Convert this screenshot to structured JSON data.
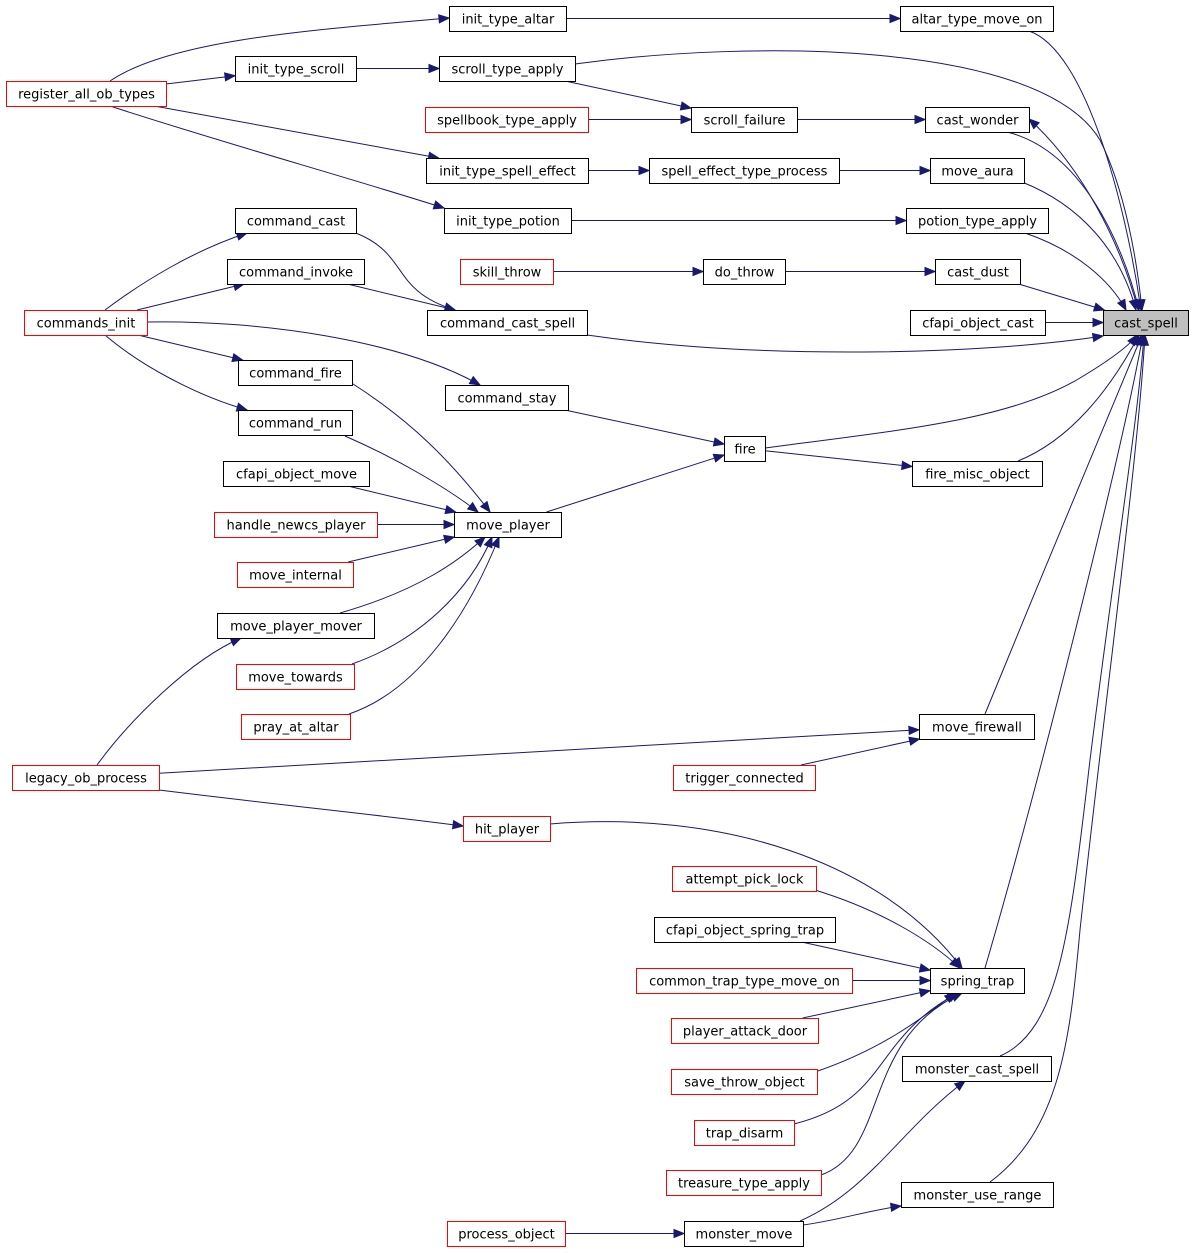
{
  "diagram": {
    "focus_node": "cast_spell",
    "colors": {
      "edge": "#191970",
      "border_normal": "#000000",
      "border_truncated": "#ff0000",
      "focus_fill": "#bfbfbf",
      "node_fill": "#ffffff"
    },
    "legend_note": "",
    "nodes": [
      {
        "id": "cast_spell",
        "label": "cast_spell",
        "style": "focus"
      },
      {
        "id": "altar_type_move_on",
        "label": "altar_type_move_on",
        "style": "normal"
      },
      {
        "id": "init_type_altar",
        "label": "init_type_altar",
        "style": "normal"
      },
      {
        "id": "register_all_ob_types",
        "label": "register_all_ob_types",
        "style": "truncated"
      },
      {
        "id": "scroll_type_apply",
        "label": "scroll_type_apply",
        "style": "normal"
      },
      {
        "id": "init_type_scroll",
        "label": "init_type_scroll",
        "style": "normal"
      },
      {
        "id": "cast_wonder",
        "label": "cast_wonder",
        "style": "normal"
      },
      {
        "id": "scroll_failure",
        "label": "scroll_failure",
        "style": "normal"
      },
      {
        "id": "spellbook_type_apply",
        "label": "spellbook_type_apply",
        "style": "truncated"
      },
      {
        "id": "move_aura",
        "label": "move_aura",
        "style": "normal"
      },
      {
        "id": "spell_effect_type_process",
        "label": "spell_effect_type_process",
        "style": "normal"
      },
      {
        "id": "init_type_spell_effect",
        "label": "init_type_spell_effect",
        "style": "normal"
      },
      {
        "id": "potion_type_apply",
        "label": "potion_type_apply",
        "style": "normal"
      },
      {
        "id": "init_type_potion",
        "label": "init_type_potion",
        "style": "normal"
      },
      {
        "id": "cast_dust",
        "label": "cast_dust",
        "style": "normal"
      },
      {
        "id": "do_throw",
        "label": "do_throw",
        "style": "normal"
      },
      {
        "id": "skill_throw",
        "label": "skill_throw",
        "style": "truncated"
      },
      {
        "id": "cfapi_object_cast",
        "label": "cfapi_object_cast",
        "style": "normal"
      },
      {
        "id": "command_cast_spell",
        "label": "command_cast_spell",
        "style": "normal"
      },
      {
        "id": "command_cast",
        "label": "command_cast",
        "style": "normal"
      },
      {
        "id": "command_invoke",
        "label": "command_invoke",
        "style": "normal"
      },
      {
        "id": "commands_init",
        "label": "commands_init",
        "style": "truncated"
      },
      {
        "id": "fire",
        "label": "fire",
        "style": "normal"
      },
      {
        "id": "command_stay",
        "label": "command_stay",
        "style": "normal"
      },
      {
        "id": "move_player",
        "label": "move_player",
        "style": "normal"
      },
      {
        "id": "command_fire",
        "label": "command_fire",
        "style": "normal"
      },
      {
        "id": "command_run",
        "label": "command_run",
        "style": "normal"
      },
      {
        "id": "cfapi_object_move",
        "label": "cfapi_object_move",
        "style": "normal"
      },
      {
        "id": "handle_newcs_player",
        "label": "handle_newcs_player",
        "style": "truncated"
      },
      {
        "id": "move_internal",
        "label": "move_internal",
        "style": "truncated"
      },
      {
        "id": "move_player_mover",
        "label": "move_player_mover",
        "style": "normal"
      },
      {
        "id": "move_towards",
        "label": "move_towards",
        "style": "truncated"
      },
      {
        "id": "pray_at_altar",
        "label": "pray_at_altar",
        "style": "truncated"
      },
      {
        "id": "legacy_ob_process",
        "label": "legacy_ob_process",
        "style": "truncated"
      },
      {
        "id": "fire_misc_object",
        "label": "fire_misc_object",
        "style": "normal"
      },
      {
        "id": "move_firewall",
        "label": "move_firewall",
        "style": "normal"
      },
      {
        "id": "trigger_connected",
        "label": "trigger_connected",
        "style": "truncated"
      },
      {
        "id": "spring_trap",
        "label": "spring_trap",
        "style": "normal"
      },
      {
        "id": "hit_player",
        "label": "hit_player",
        "style": "truncated"
      },
      {
        "id": "attempt_pick_lock",
        "label": "attempt_pick_lock",
        "style": "truncated"
      },
      {
        "id": "cfapi_object_spring_trap",
        "label": "cfapi_object_spring_trap",
        "style": "normal"
      },
      {
        "id": "common_trap_type_move_on",
        "label": "common_trap_type_move_on",
        "style": "truncated"
      },
      {
        "id": "player_attack_door",
        "label": "player_attack_door",
        "style": "truncated"
      },
      {
        "id": "save_throw_object",
        "label": "save_throw_object",
        "style": "truncated"
      },
      {
        "id": "trap_disarm",
        "label": "trap_disarm",
        "style": "truncated"
      },
      {
        "id": "treasure_type_apply",
        "label": "treasure_type_apply",
        "style": "truncated"
      },
      {
        "id": "monster_cast_spell",
        "label": "monster_cast_spell",
        "style": "normal"
      },
      {
        "id": "monster_use_range",
        "label": "monster_use_range",
        "style": "normal"
      },
      {
        "id": "monster_move",
        "label": "monster_move",
        "style": "normal"
      },
      {
        "id": "process_object",
        "label": "process_object",
        "style": "truncated"
      }
    ],
    "edges": [
      {
        "from": "altar_type_move_on",
        "to": "cast_spell"
      },
      {
        "from": "init_type_altar",
        "to": "altar_type_move_on"
      },
      {
        "from": "register_all_ob_types",
        "to": "init_type_altar"
      },
      {
        "from": "scroll_type_apply",
        "to": "cast_spell"
      },
      {
        "from": "init_type_scroll",
        "to": "scroll_type_apply"
      },
      {
        "from": "register_all_ob_types",
        "to": "init_type_scroll"
      },
      {
        "from": "cast_wonder",
        "to": "cast_spell"
      },
      {
        "from": "cast_spell",
        "to": "cast_wonder"
      },
      {
        "from": "scroll_failure",
        "to": "cast_wonder"
      },
      {
        "from": "scroll_type_apply",
        "to": "scroll_failure"
      },
      {
        "from": "spellbook_type_apply",
        "to": "scroll_failure"
      },
      {
        "from": "move_aura",
        "to": "cast_spell"
      },
      {
        "from": "spell_effect_type_process",
        "to": "move_aura"
      },
      {
        "from": "init_type_spell_effect",
        "to": "spell_effect_type_process"
      },
      {
        "from": "register_all_ob_types",
        "to": "init_type_spell_effect"
      },
      {
        "from": "potion_type_apply",
        "to": "cast_spell"
      },
      {
        "from": "init_type_potion",
        "to": "potion_type_apply"
      },
      {
        "from": "register_all_ob_types",
        "to": "init_type_potion"
      },
      {
        "from": "cast_dust",
        "to": "cast_spell"
      },
      {
        "from": "do_throw",
        "to": "cast_dust"
      },
      {
        "from": "skill_throw",
        "to": "do_throw"
      },
      {
        "from": "cfapi_object_cast",
        "to": "cast_spell"
      },
      {
        "from": "command_cast_spell",
        "to": "cast_spell"
      },
      {
        "from": "command_cast",
        "to": "command_cast_spell"
      },
      {
        "from": "command_invoke",
        "to": "command_cast_spell"
      },
      {
        "from": "commands_init",
        "to": "command_cast"
      },
      {
        "from": "commands_init",
        "to": "command_invoke"
      },
      {
        "from": "fire",
        "to": "cast_spell"
      },
      {
        "from": "command_stay",
        "to": "fire"
      },
      {
        "from": "commands_init",
        "to": "command_stay"
      },
      {
        "from": "move_player",
        "to": "fire"
      },
      {
        "from": "command_fire",
        "to": "move_player"
      },
      {
        "from": "command_run",
        "to": "move_player"
      },
      {
        "from": "commands_init",
        "to": "command_fire"
      },
      {
        "from": "commands_init",
        "to": "command_run"
      },
      {
        "from": "cfapi_object_move",
        "to": "move_player"
      },
      {
        "from": "handle_newcs_player",
        "to": "move_player"
      },
      {
        "from": "move_internal",
        "to": "move_player"
      },
      {
        "from": "move_player_mover",
        "to": "move_player"
      },
      {
        "from": "move_towards",
        "to": "move_player"
      },
      {
        "from": "pray_at_altar",
        "to": "move_player"
      },
      {
        "from": "legacy_ob_process",
        "to": "move_player_mover"
      },
      {
        "from": "fire_misc_object",
        "to": "cast_spell"
      },
      {
        "from": "fire",
        "to": "fire_misc_object"
      },
      {
        "from": "move_firewall",
        "to": "cast_spell"
      },
      {
        "from": "legacy_ob_process",
        "to": "move_firewall"
      },
      {
        "from": "trigger_connected",
        "to": "move_firewall"
      },
      {
        "from": "spring_trap",
        "to": "cast_spell"
      },
      {
        "from": "hit_player",
        "to": "spring_trap"
      },
      {
        "from": "legacy_ob_process",
        "to": "hit_player"
      },
      {
        "from": "attempt_pick_lock",
        "to": "spring_trap"
      },
      {
        "from": "cfapi_object_spring_trap",
        "to": "spring_trap"
      },
      {
        "from": "common_trap_type_move_on",
        "to": "spring_trap"
      },
      {
        "from": "player_attack_door",
        "to": "spring_trap"
      },
      {
        "from": "save_throw_object",
        "to": "spring_trap"
      },
      {
        "from": "trap_disarm",
        "to": "spring_trap"
      },
      {
        "from": "treasure_type_apply",
        "to": "spring_trap"
      },
      {
        "from": "monster_cast_spell",
        "to": "cast_spell"
      },
      {
        "from": "monster_move",
        "to": "monster_cast_spell"
      },
      {
        "from": "monster_use_range",
        "to": "cast_spell"
      },
      {
        "from": "monster_move",
        "to": "monster_use_range"
      },
      {
        "from": "process_object",
        "to": "monster_move"
      }
    ]
  }
}
